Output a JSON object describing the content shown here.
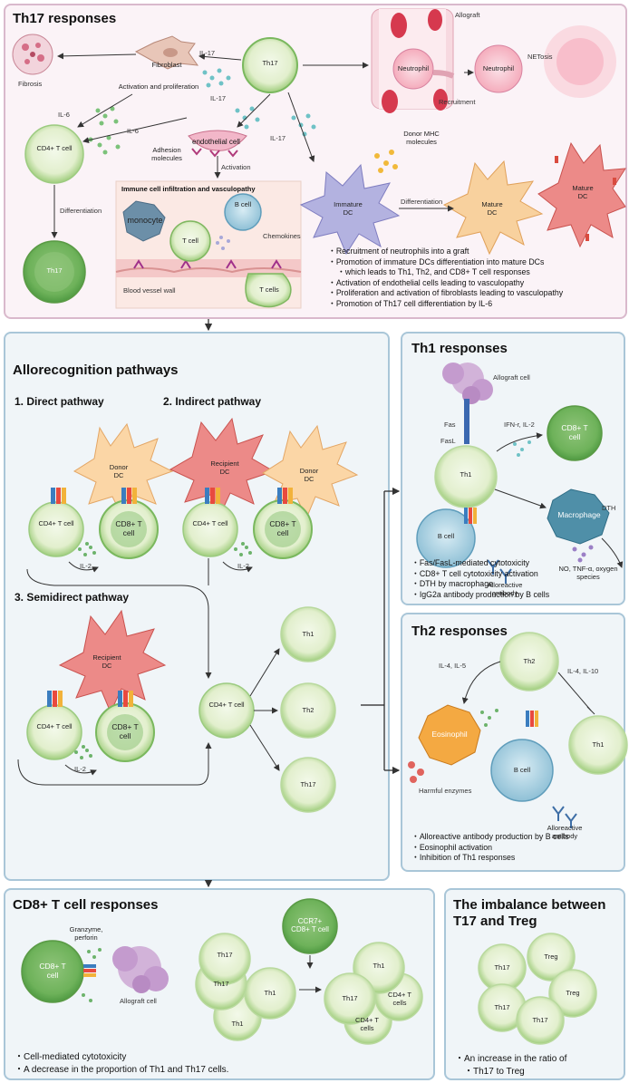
{
  "th17_panel": {
    "title": "Th17 responses",
    "labels": {
      "il17_1": "IL-17",
      "il17_2": "IL-17",
      "il17_3": "IL-17",
      "il6_1": "IL-6",
      "il6_2": "IL-6",
      "fibroblast": "Fibroblast",
      "activation_proliferation": "Activation and proliferation",
      "fibrosis": "Fibrosis",
      "cd4": "CD4+ T cell",
      "th17_top": "Th17",
      "th17_bottom": "Th17",
      "differentiation": "Differentiation",
      "endothelial": "endothelial cell",
      "adhesion": "Adhesion molecules",
      "activation": "Activation",
      "infiltration_title": "Immune cell infiltration and vasculopathy",
      "monocyte": "monocyte",
      "t_cell": "T cell",
      "b_cell": "B cell",
      "chemokines": "Chemokines",
      "t_cells": "T cells",
      "blood_vessel_wall": "Blood vessel wall",
      "allograft": "Allograft",
      "neutrophil_1": "Neutrophil",
      "neutrophil_2": "Neutrophil",
      "recruitment": "Recruitment",
      "netosis": "NETosis",
      "donor_mhc": "Donor MHC molecules",
      "immature_dc": "Immature DC",
      "differentiation_dc": "Differentiation",
      "mature_dc_1": "Mature DC",
      "mature_dc_2": "Mature DC"
    },
    "bullets": [
      "Recruitment of neutrophils into a graft",
      "Promotion of immature DCs differentiation into mature DCs",
      "which leads to Th1, Th2, and CD8+ T cell responses",
      "Activation of endothelial cells leading to vasculopathy",
      "Proliferation and activation of fibroblasts leading to vasculopathy",
      "Promotion of Th17 cell differentiation by IL-6"
    ]
  },
  "allo_panel": {
    "title": "Allorecognition pathways",
    "direct": "1. Direct pathway",
    "indirect": "2. Indirect pathway",
    "semidirect": "3. Semidirect pathway",
    "labels": {
      "donor_dc_1": "Donor DC",
      "donor_dc_2": "Donor DC",
      "recipient_dc_1": "Recipient DC",
      "recipient_dc_2": "Recipient DC",
      "cd4_1": "CD4+ T cell",
      "cd4_2": "CD4+ T cell",
      "cd4_3": "CD4+ T cell",
      "cd4_center": "CD4+ T cell",
      "cd8_1": "CD8+ T cell",
      "cd8_2": "CD8+ T cell",
      "cd8_3": "CD8+ T cell",
      "il2_1": "IL-2",
      "il2_2": "IL-2",
      "il2_3": "IL-2",
      "out_th1": "Th1",
      "out_th2": "Th2",
      "out_th17": "Th17"
    }
  },
  "th1_panel": {
    "title": "Th1 responses",
    "labels": {
      "allograft_cell": "Allograft cell",
      "fas": "Fas",
      "fasl": "FasL",
      "ifn": "IFN-r, IL-2",
      "cd8": "CD8+ T cell",
      "th1": "Th1",
      "macrophage": "Macrophage",
      "dth": "DTH",
      "b_cell": "B cell",
      "alloreactive": "Alloreactive antibody",
      "no_tnf": "NO, TNF-α, oxygen species"
    },
    "bullets": [
      "Fas/FasL-mediated cytotoxicity",
      "CD8+ T cell cytotoxicity activation",
      "DTH by macrophage",
      "IgG2a antibody production by B cells"
    ]
  },
  "th2_panel": {
    "title": "Th2 responses",
    "labels": {
      "th2": "Th2",
      "il4_il5": "IL-4, IL-5",
      "il4_il10": "IL-4, IL-10",
      "eosinophil": "Eosinophil",
      "b_cell": "B cell",
      "th1": "Th1",
      "harmful": "Harmful enzymes",
      "alloreactive": "Alloreactive antibody"
    },
    "bullets": [
      "Alloreactive antibody production by B cells",
      "Eosinophil activation",
      "Inhibition of Th1 responses"
    ]
  },
  "cd8_panel": {
    "title": "CD8+ T cell responses",
    "labels": {
      "cd8": "CD8+ T cell",
      "granzyme": "Granzyme, perforin",
      "allograft_cell": "Allograft cell",
      "ccr7": "CCR7+ CD8+ T cell",
      "left_th17_a": "Th17",
      "left_th17_b": "Th17",
      "left_th1_a": "Th1",
      "left_th1_b": "Th1",
      "right_th1": "Th1",
      "right_th17": "Th17",
      "right_cd4_a": "CD4+ T cells",
      "right_cd4_b": "CD4+ T cells"
    },
    "bullets": [
      "Cell-mediated cytotoxicity",
      "A decrease in the proportion of Th1 and Th17 cells."
    ]
  },
  "imbalance_panel": {
    "title": "The imbalance between T17 and Treg",
    "title_line1": "The imbalance between",
    "title_line2": "T17 and Treg",
    "labels": {
      "th17_a": "Th17",
      "treg_a": "Treg",
      "treg_b": "Treg",
      "th17_b": "Th17",
      "th17_c": "Th17"
    },
    "bullets": [
      "An increase in the ratio of",
      "Th17 to Treg"
    ]
  },
  "colors": {
    "th17_border": "#d9b9cc",
    "panel_border": "#a9c6d8",
    "cell_green_light": "#e9f3d8",
    "cell_green": "#9fcd7c",
    "cell_green_dark": "#5ea94a",
    "cell_blue": "#a9cfe0",
    "dc_orange": "#f8c98c",
    "dc_red": "#e97a78",
    "dc_purple": "#a9a7d8",
    "neutrophil_pink": "#eaa2bd"
  }
}
